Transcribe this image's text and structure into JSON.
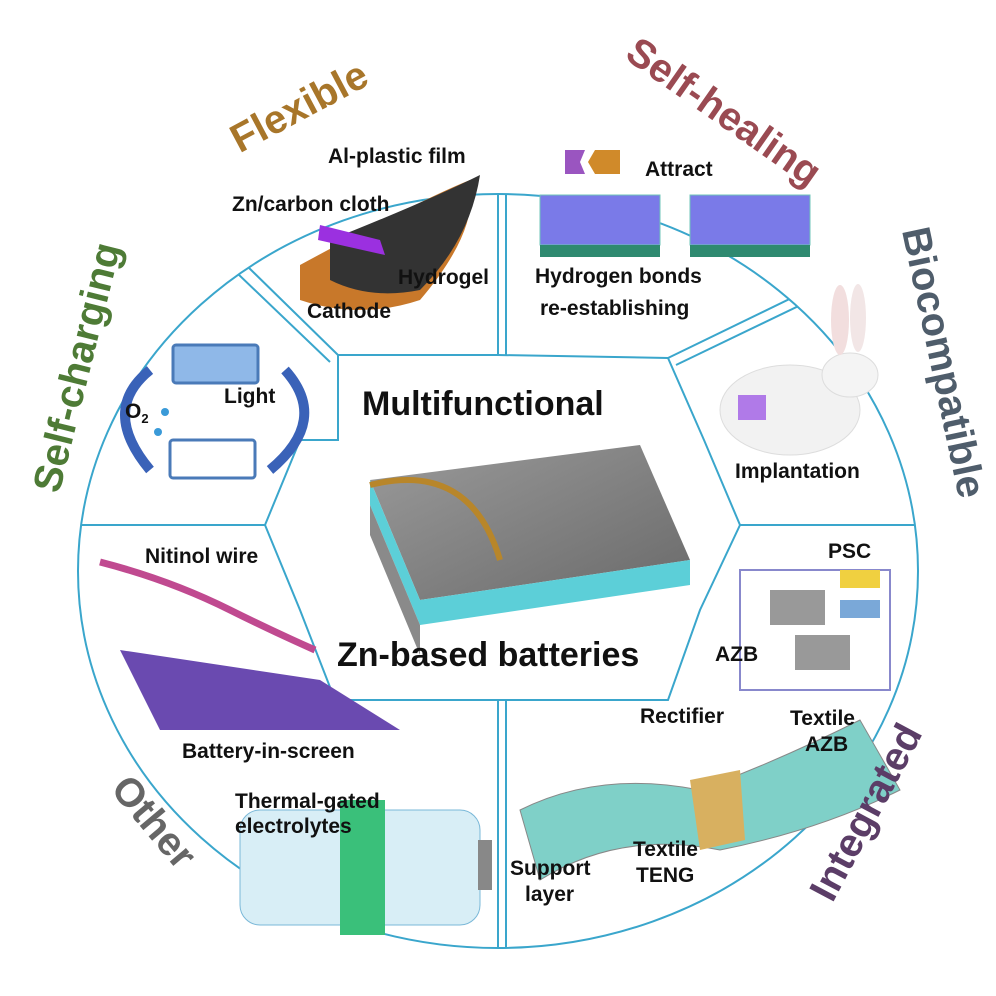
{
  "title_top": "Multifunctional",
  "title_bottom": "Zn-based batteries",
  "categories": {
    "flexible": {
      "label": "Flexible",
      "color": "#a8762a"
    },
    "self_healing": {
      "label": "Self-healing",
      "color": "#9a4a52"
    },
    "biocompatible": {
      "label": "Biocompatible",
      "color": "#4f5d6b"
    },
    "self_charging": {
      "label": "Self-charging",
      "color": "#4e7b36"
    },
    "other": {
      "label": "Other",
      "color": "#666666"
    },
    "integrated": {
      "label": "Integrated",
      "color": "#5b3d67"
    }
  },
  "flexible_labels": [
    "Al-plastic film",
    "Zn/carbon cloth",
    "Hydrogel",
    "Cathode"
  ],
  "self_healing_labels": [
    "Attract",
    "Hydrogen bonds",
    "re-establishing"
  ],
  "biocompatible_labels": [
    "Implantation"
  ],
  "self_charging_labels": {
    "o2": "O",
    "o2_sub": "2",
    "light": "Light"
  },
  "other_labels": [
    "Nitinol wire",
    "Battery-in-screen",
    "Thermal-gated",
    "electrolytes"
  ],
  "integrated_labels": [
    "PSC",
    "AZB",
    "Rectifier",
    "Textile",
    "AZB",
    "Support",
    "layer",
    "Textile",
    "TENG"
  ],
  "colors": {
    "outline": "#3aa6cc"
  }
}
